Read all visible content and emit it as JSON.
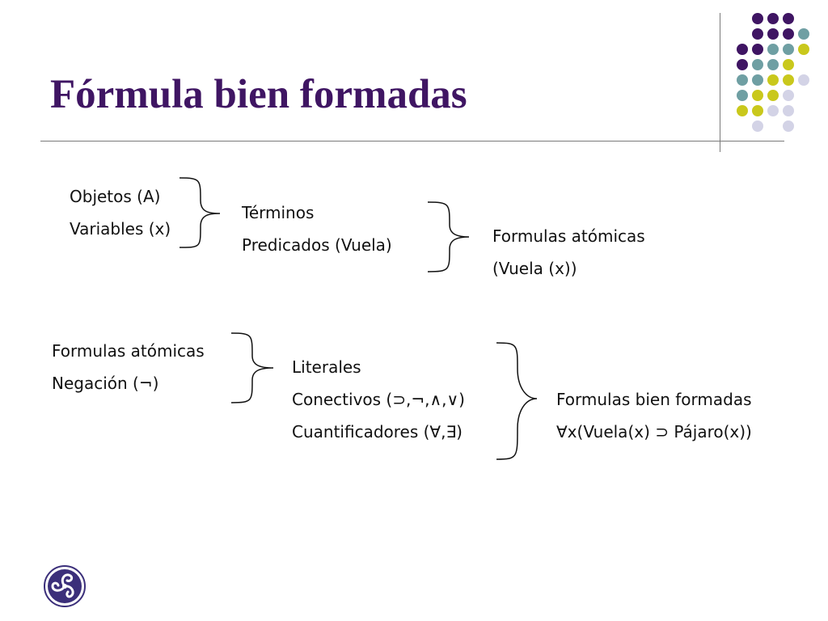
{
  "slide": {
    "title": "Fórmula bien formadas",
    "group1": {
      "col1": [
        "Objetos (A)",
        "Variables (x)"
      ],
      "col2": [
        "Términos",
        "Predicados (Vuela)"
      ],
      "col3": [
        "Formulas atómicas",
        "(Vuela (x))"
      ]
    },
    "group2": {
      "col1": [
        "Formulas atómicas",
        "Negación (¬)"
      ],
      "col2": [
        "Literales",
        "Conectivos (⊃,¬,∧,∨)",
        "Cuantificadores (∀,∃)"
      ],
      "col3": [
        "Formulas bien formadas",
        "∀x(Vuela(x) ⊃ Pájaro(x))"
      ]
    }
  },
  "decoration": {
    "dot_colors": {
      "purple": "#3f1563",
      "teal": "#6f9fa3",
      "yellow": "#c9c81c",
      "lavender": "#d3d3e6"
    },
    "logo_icon": "triskelion-logo-icon"
  }
}
